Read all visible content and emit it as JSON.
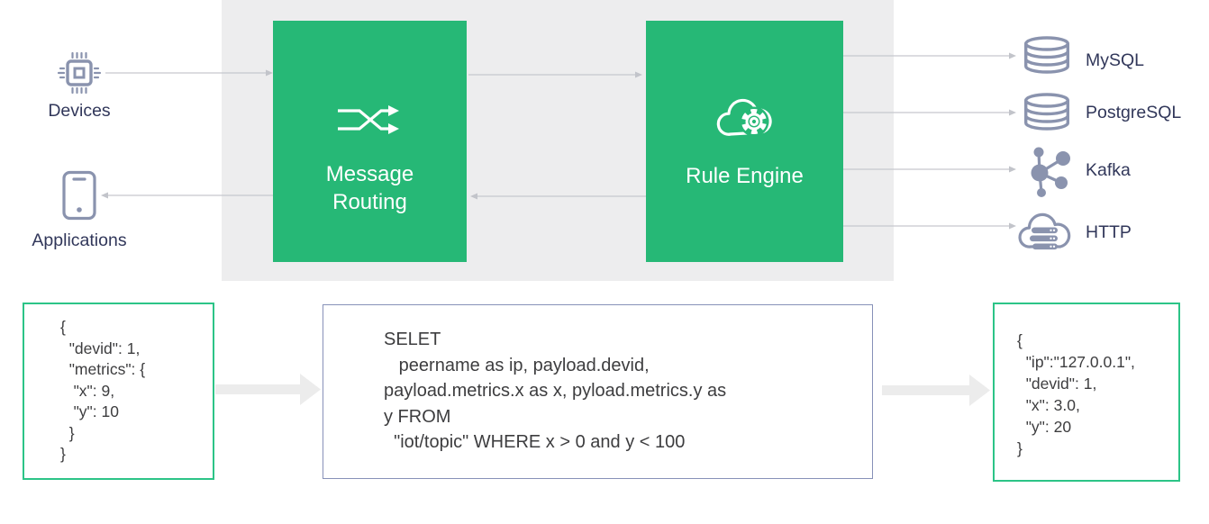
{
  "nodes": {
    "devices": "Devices",
    "applications": "Applications",
    "message_routing": "Message Routing",
    "rule_engine": "Rule Engine"
  },
  "sinks": [
    {
      "label": "MySQL",
      "icon": "database-icon"
    },
    {
      "label": "PostgreSQL",
      "icon": "database-icon"
    },
    {
      "label": "Kafka",
      "icon": "network-nodes-icon"
    },
    {
      "label": "HTTP",
      "icon": "cloud-servers-icon"
    }
  ],
  "icons": {
    "devices": "cpu-chip",
    "applications": "smartphone",
    "message_routing": "shuffle-arrows",
    "rule_engine": "cloud-gear",
    "mysql": "database-cylinder",
    "postgresql": "database-cylinder",
    "kafka": "network-nodes",
    "http": "cloud-with-servers"
  },
  "code_blocks": {
    "input_json": "{\n  \"devid\": 1,\n  \"metrics\": {\n   \"x\": 9,\n   \"y\": 10\n  }\n}",
    "rule_sql": "SELET\n   peername as ip, payload.devid,\npayload.metrics.x as x, pyload.metrics.y as\ny FROM\n  \"iot/topic\" WHERE x > 0 and y < 100",
    "output_json": "{\n  \"ip\":\"127.0.0.1\",\n  \"devid\": 1,\n  \"x\": 3.0,\n  \"y\": 20\n}"
  },
  "colors": {
    "node_green": "#26b876",
    "panel_gray": "#ededee",
    "icon_gray_blue": "#8a93ae",
    "label_navy": "#31375a",
    "thin_arrow": "#c6c8cd",
    "thick_arrow": "#ececec",
    "green_border": "#2cc487",
    "blue_border": "#8791b8",
    "code_text": "#3d3d3f"
  }
}
